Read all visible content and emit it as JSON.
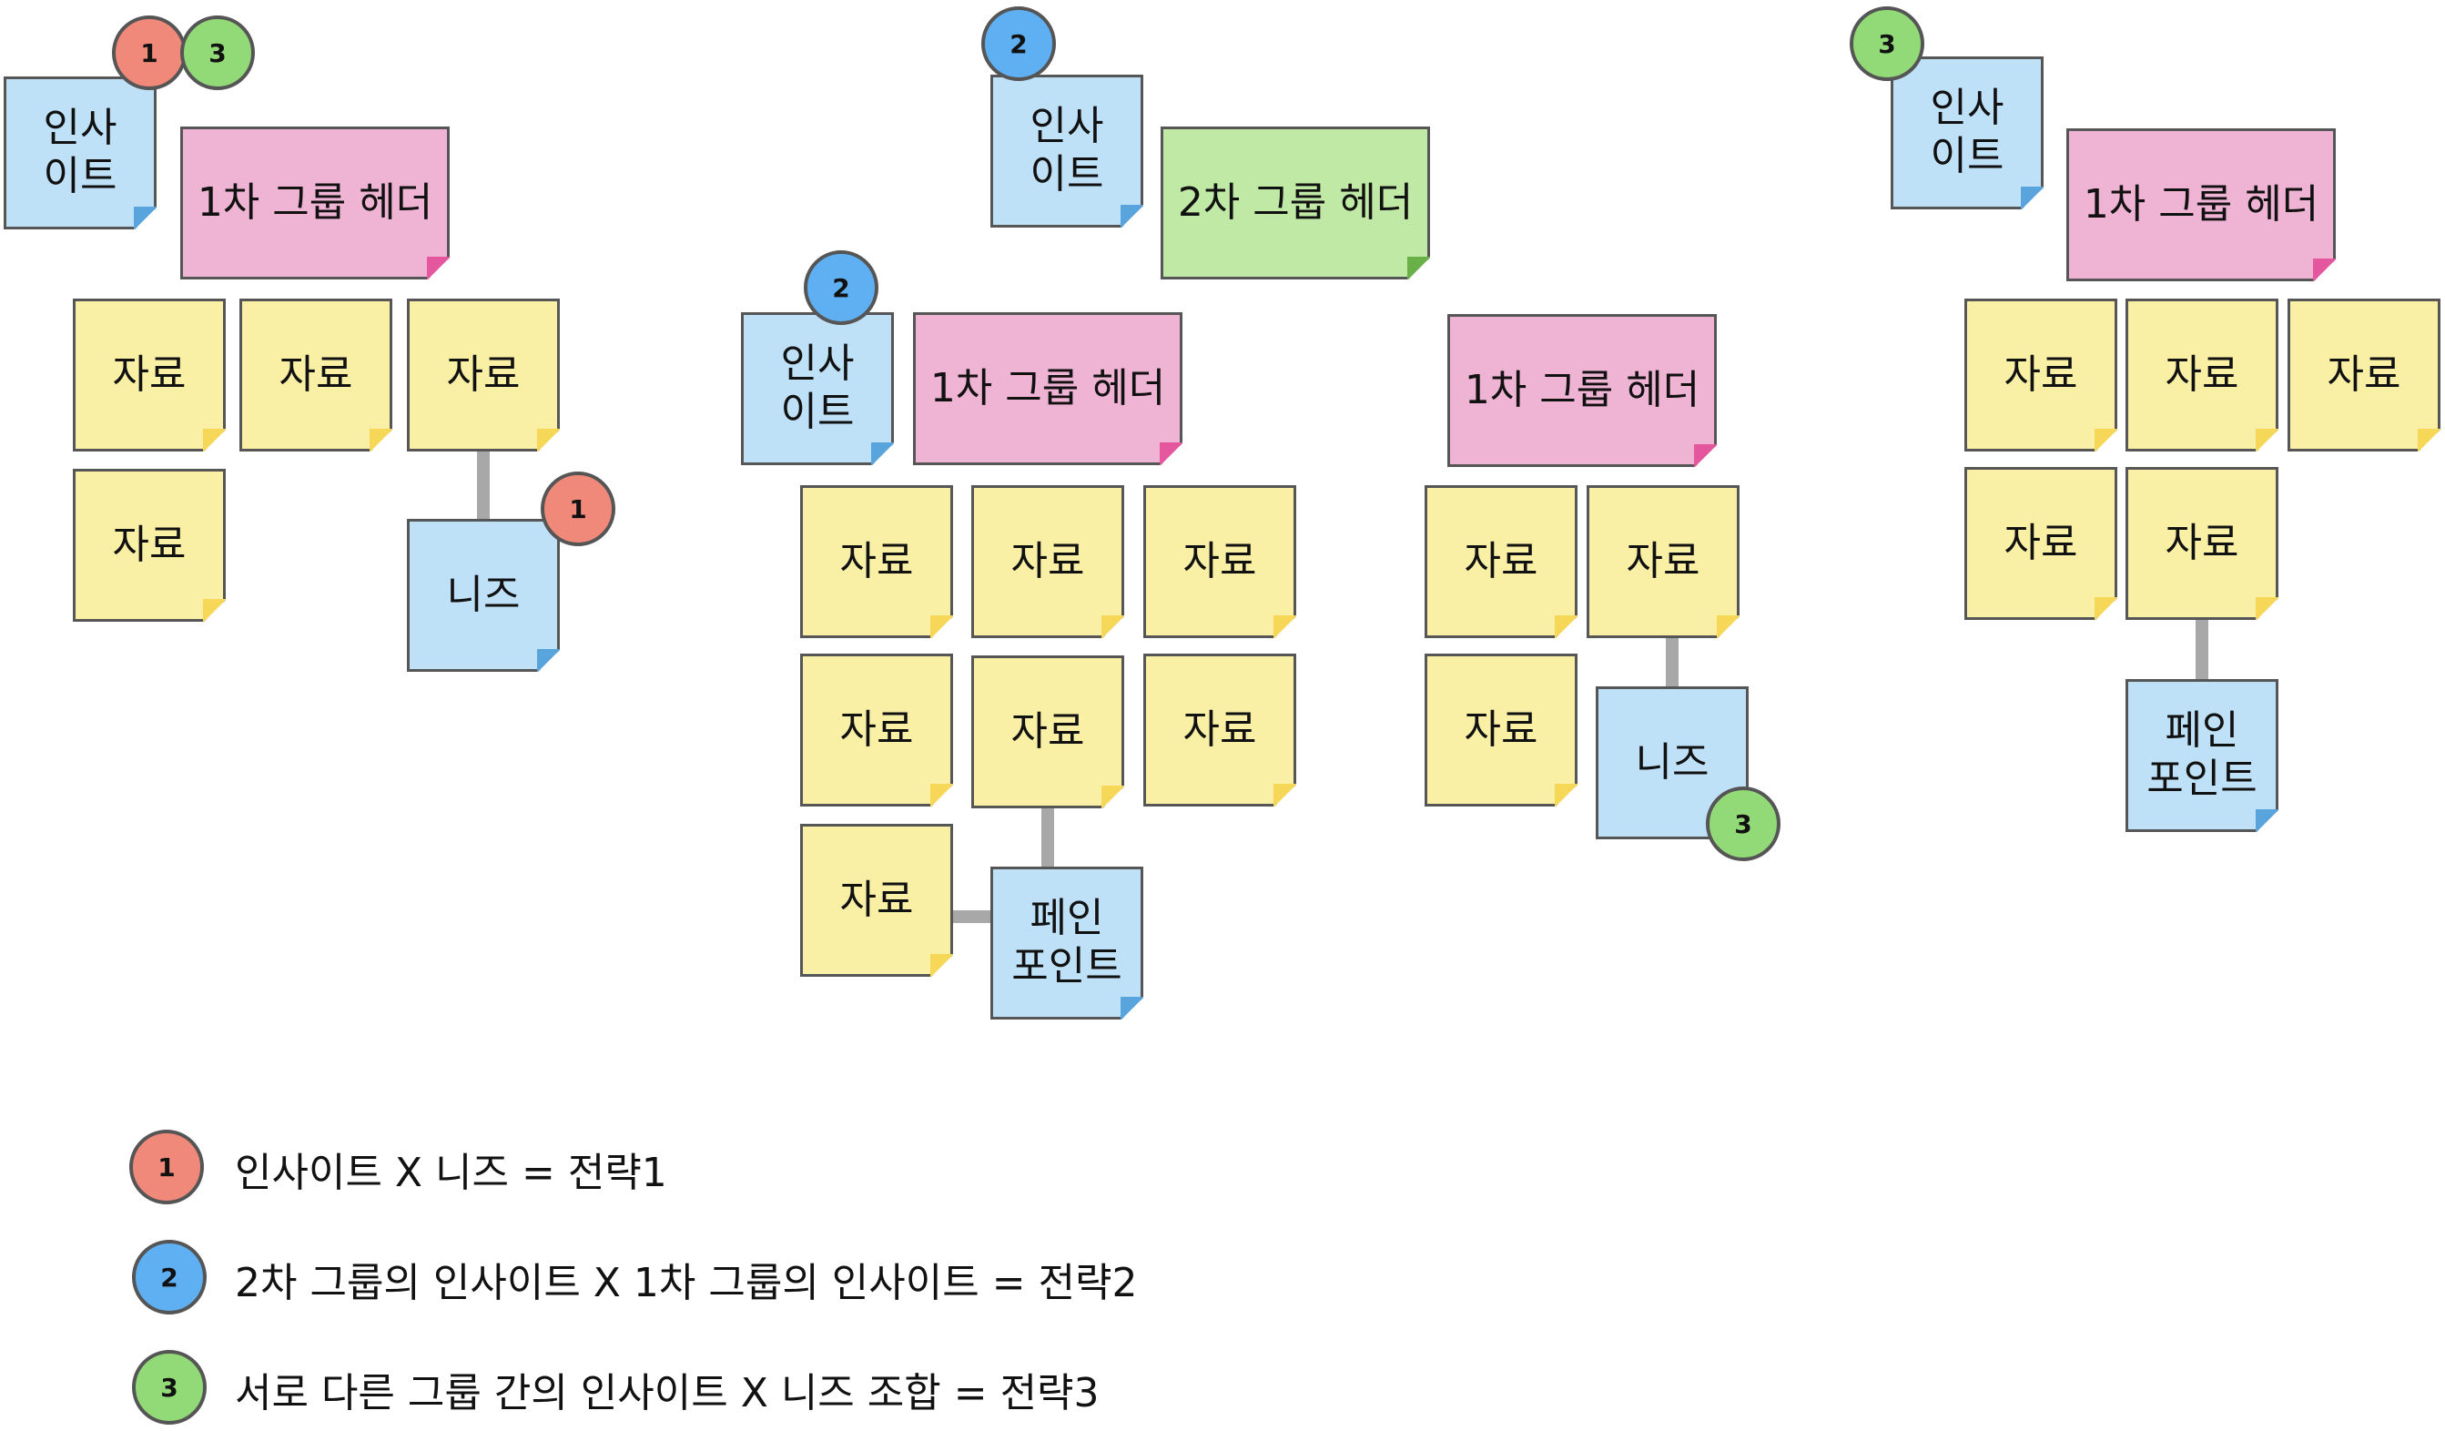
{
  "labels": {
    "insight": "인사\n이트",
    "header1": "1차 그룹 헤더",
    "header2": "2차 그룹 헤더",
    "data": "자료",
    "needs": "니즈",
    "painpoint": "페인\n포인트"
  },
  "badges": {
    "b1": "1",
    "b2": "2",
    "b3": "3"
  },
  "legend": {
    "strategy1": "인사이트 X 니즈 = 전략1",
    "strategy2": "2차 그룹의 인사이트 X 1차 그룹의 인사이트 = 전략2",
    "strategy3": "서로 다른 그룹 간의 인사이트 X 니즈 조합 = 전략3"
  },
  "colors": {
    "data_note": "#faf0a5",
    "insight_note": "#bfe1f8",
    "group1_header": "#efb3d3",
    "group2_header": "#c1e9a6",
    "badge_strategy1": "#f1897a",
    "badge_strategy2": "#5eb0f2",
    "badge_strategy3": "#92d977"
  }
}
